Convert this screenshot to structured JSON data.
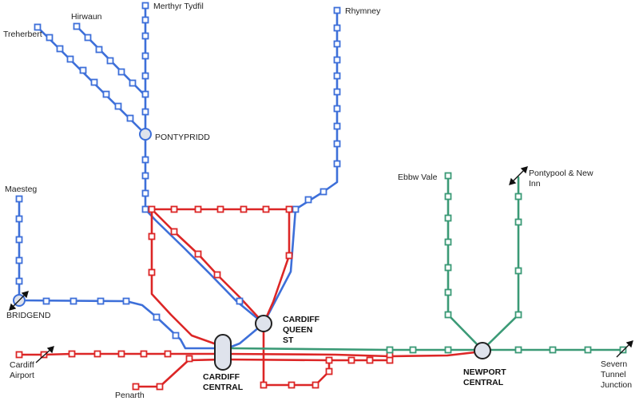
{
  "map": {
    "colors": {
      "valleys": "#3d6fd9",
      "vale": "#dc2626",
      "wales_west": "#3b9a76",
      "hub_fill": "#dfe3ec",
      "hub_stroke": "#222222"
    },
    "labels": {
      "merthyr": "Merthyr Tydfil",
      "hirwaun": "Hirwaun",
      "treherbert": "Treherbert",
      "rhymney": "Rhymney",
      "pontypridd": "PONTYPRIDD",
      "maesteg": "Maesteg",
      "bridgend": "BRIDGEND",
      "ebbw_vale": "Ebbw Vale",
      "pontypool_1": "Pontypool & New",
      "pontypool_2": "Inn",
      "cardiff_airport_1": "Cardiff",
      "cardiff_airport_2": "Airport",
      "penarth": "Penarth",
      "cardiff_central_1": "CARDIFF",
      "cardiff_central_2": "CENTRAL",
      "queen_st_1": "CARDIFF",
      "queen_st_2": "QUEEN",
      "queen_st_3": "ST",
      "newport_1": "NEWPORT",
      "newport_2": "CENTRAL",
      "severn_1": "Severn",
      "severn_2": "Tunnel",
      "severn_3": "Junction"
    }
  }
}
